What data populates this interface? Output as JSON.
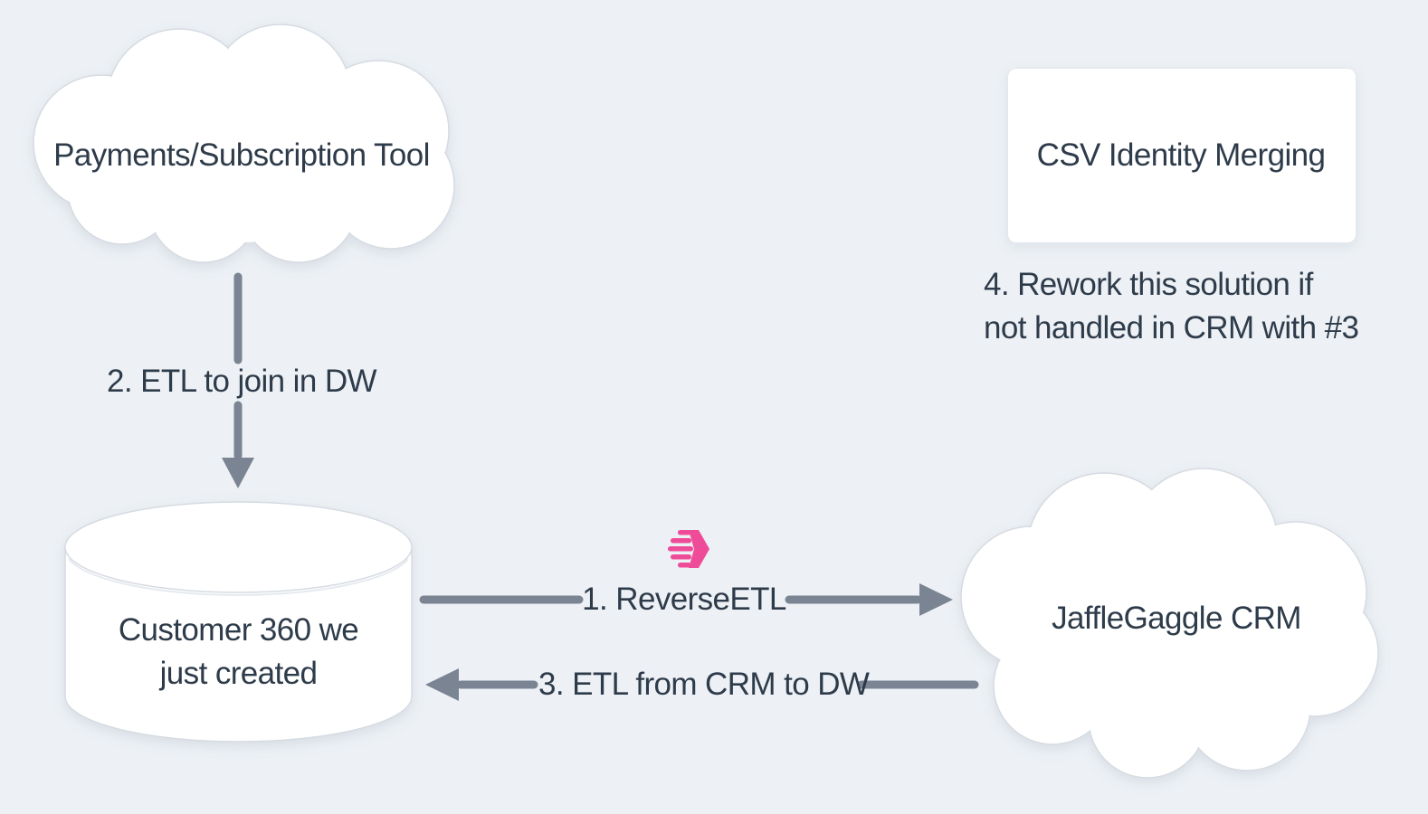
{
  "diagram": {
    "title": "Customer 360 data flow diagram",
    "nodes": {
      "payments_cloud": {
        "label": "Payments/Subscription Tool",
        "shape": "cloud"
      },
      "csv_card": {
        "label": "CSV Identity Merging",
        "shape": "rectangle"
      },
      "warehouse": {
        "label": "Customer 360 we just created",
        "label_line1": "Customer 360 we",
        "label_line2": "just created",
        "shape": "database-cylinder"
      },
      "crm_cloud": {
        "label": "JaffleGaggle CRM",
        "shape": "cloud"
      }
    },
    "edges": {
      "reverse_etl": {
        "label": "1. ReverseETL",
        "from": "warehouse",
        "to": "crm_cloud",
        "direction": "right"
      },
      "etl_join": {
        "label": "2. ETL to join in DW",
        "from": "payments_cloud",
        "to": "warehouse",
        "direction": "down"
      },
      "etl_from_crm": {
        "label": "3. ETL from CRM to DW",
        "from": "crm_cloud",
        "to": "warehouse",
        "direction": "left"
      }
    },
    "annotations": {
      "rework": {
        "text": "4. Rework this solution if not handled in CRM with #3",
        "line1": "4. Rework this solution if",
        "line2": "not handled in CRM with #3"
      }
    },
    "icons": {
      "reverse_etl_icon": "hightouch-arrow-icon"
    },
    "colors": {
      "background": "#edf1f5",
      "node_fill": "#ffffff",
      "node_border": "#d6dbe2",
      "text": "#2e3b4a",
      "arrow": "#7b8493",
      "accent_pink": "#ee4c98"
    }
  }
}
